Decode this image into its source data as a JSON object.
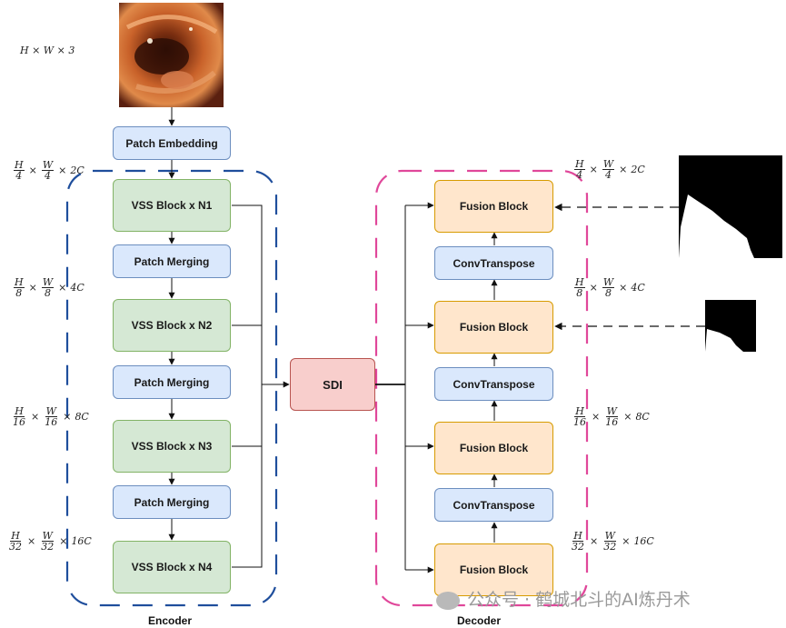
{
  "input_dim": "H × W × 3",
  "encoder": {
    "label": "Encoder",
    "patch_embedding": "Patch Embedding",
    "vss_blocks": [
      "VSS Block x N1",
      "VSS Block x N2",
      "VSS Block x N3",
      "VSS Block x N4"
    ],
    "patch_merging": [
      "Patch Merging",
      "Patch Merging",
      "Patch Merging"
    ],
    "dims": [
      {
        "h": "H",
        "hd": "4",
        "w": "W",
        "wd": "4",
        "c": "2C"
      },
      {
        "h": "H",
        "hd": "8",
        "w": "W",
        "wd": "8",
        "c": "4C"
      },
      {
        "h": "H",
        "hd": "16",
        "w": "W",
        "wd": "16",
        "c": "8C"
      },
      {
        "h": "H",
        "hd": "32",
        "w": "W",
        "wd": "32",
        "c": "16C"
      }
    ]
  },
  "sdi": "SDI",
  "decoder": {
    "label": "Decoder",
    "fusion_blocks": [
      "Fusion Block",
      "Fusion Block",
      "Fusion Block",
      "Fusion Block"
    ],
    "conv_transpose": [
      "ConvTranspose",
      "ConvTranspose",
      "ConvTranspose"
    ],
    "dims": [
      {
        "h": "H",
        "hd": "4",
        "w": "W",
        "wd": "4",
        "c": "2C"
      },
      {
        "h": "H",
        "hd": "8",
        "w": "W",
        "wd": "8",
        "c": "4C"
      },
      {
        "h": "H",
        "hd": "16",
        "w": "W",
        "wd": "16",
        "c": "8C"
      },
      {
        "h": "H",
        "hd": "32",
        "w": "W",
        "wd": "32",
        "c": "16C"
      }
    ]
  },
  "watermark": "公众号 · 鹤城北斗的AI炼丹术",
  "colors": {
    "encoder_border": "#1f4e9c",
    "decoder_border": "#e0479a",
    "blue_fill": "#dae8fc",
    "green_fill": "#d5e8d4",
    "orange_fill": "#ffe6cc",
    "red_fill": "#f8cecc"
  }
}
